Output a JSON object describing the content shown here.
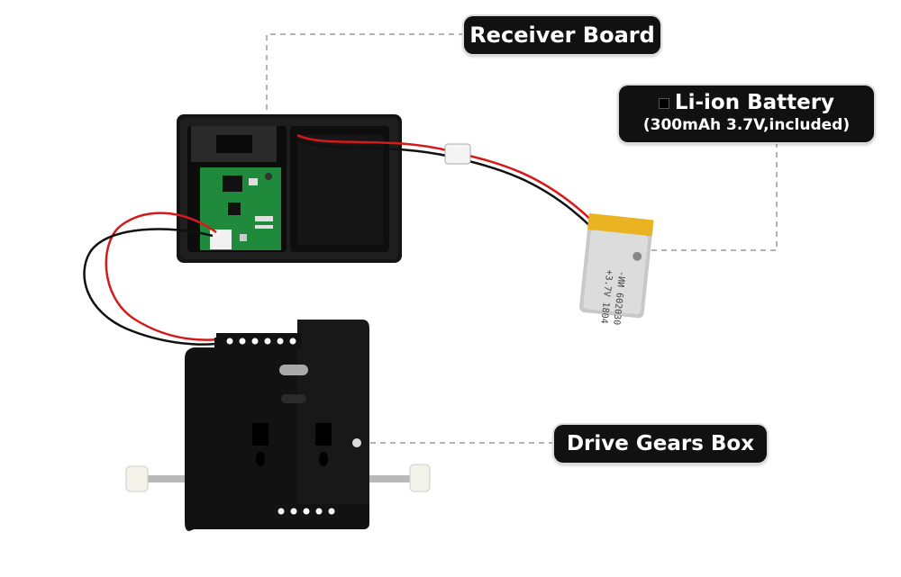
{
  "labels": {
    "receiver": "Receiver Board",
    "battery_line1": "Li-ion Battery",
    "battery_line2": "(300mAh 3.7V,included)",
    "gears": "Drive Gears Box"
  },
  "battery_print": {
    "line1": "-ИИ 602030",
    "line2": "+3.7V 1804"
  },
  "colors": {
    "label_bg": "#111111",
    "label_text": "#ffffff",
    "pcb_green": "#1f8a3c",
    "wire_red": "#d41a1a",
    "wire_black": "#111111",
    "battery_yellow": "#e9b321"
  }
}
